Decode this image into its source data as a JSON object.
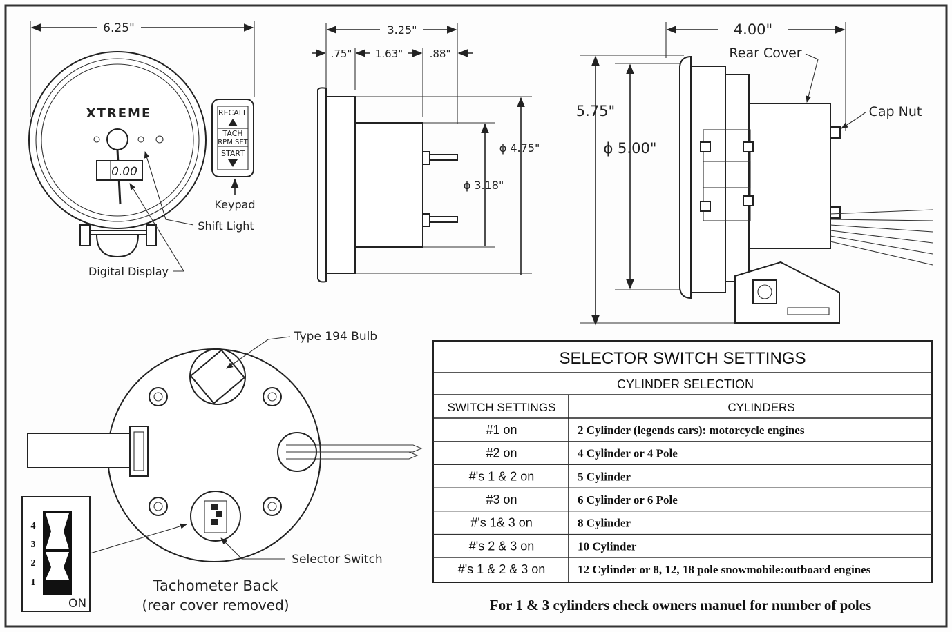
{
  "front": {
    "width": "6.25\"",
    "brand": "XTREME",
    "display": "0.00",
    "keypad": {
      "recall": "RECALL",
      "tach": "TACH",
      "rpm_set": "RPM SET",
      "start": "START"
    },
    "labels": {
      "keypad": "Keypad",
      "shift_light": "Shift Light",
      "digital_display": "Digital Display"
    }
  },
  "side": {
    "overall": "3.25\"",
    "seg1": ".75\"",
    "seg2": "1.63\"",
    "seg3": ".88\"",
    "dia_outer": "ϕ 4.75\"",
    "dia_inner": "ϕ 3.18\""
  },
  "right": {
    "depth": "4.00\"",
    "height": "5.75\"",
    "dia": "ϕ 5.00\"",
    "rear_cover": "Rear Cover",
    "cap_nut": "Cap Nut"
  },
  "back": {
    "bulb": "Type 194 Bulb",
    "selector": "Selector Switch",
    "title": "Tachometer Back",
    "subtitle": "(rear cover removed)",
    "dip": {
      "numbers": [
        "4",
        "3",
        "2",
        "1"
      ],
      "on": "ON"
    }
  },
  "table": {
    "title": "SELECTOR SWITCH SETTINGS",
    "subtitle": "CYLINDER SELECTION",
    "headers": [
      "SWITCH SETTINGS",
      "CYLINDERS"
    ],
    "rows": [
      [
        "#1 on",
        "2 Cylinder (legends cars): motorcycle engines"
      ],
      [
        "#2 on",
        "4 Cylinder   or 4 Pole"
      ],
      [
        "#'s 1 & 2 on",
        "5 Cylinder"
      ],
      [
        "#3 on",
        "6 Cylinder  or 6 Pole"
      ],
      [
        "#'s 1& 3 on",
        "8 Cylinder"
      ],
      [
        "#'s 2 & 3 on",
        "10 Cylinder"
      ],
      [
        "#'s 1 & 2 & 3 on",
        "12 Cylinder or 8, 12, 18 pole snowmobile:outboard engines"
      ]
    ],
    "note": "For 1 & 3 cylinders check owners manuel for number of poles"
  }
}
